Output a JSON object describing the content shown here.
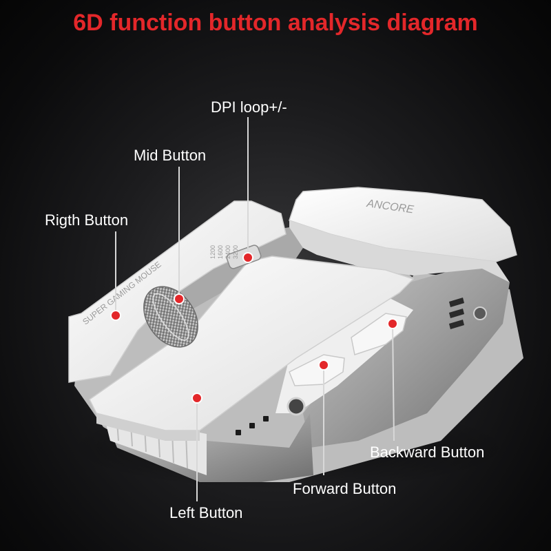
{
  "title": "6D function button analysis diagram",
  "labels": {
    "dpi": "DPI loop+/-",
    "mid": "Mid Button",
    "right": "Rigth Button",
    "backward": "Backward Button",
    "forward": "Forward Button",
    "left": "Left Button"
  },
  "mouse_print": {
    "brand": "ANCORE",
    "model": "SUPER GAMING MOUSE",
    "dpi_levels": [
      "1200",
      "1600",
      "2400",
      "3200"
    ]
  },
  "colors": {
    "title": "#e3272a",
    "marker": "#e3272a",
    "leader": "#d8d8d8",
    "label": "#ffffff",
    "background": "#0b0b0c"
  }
}
